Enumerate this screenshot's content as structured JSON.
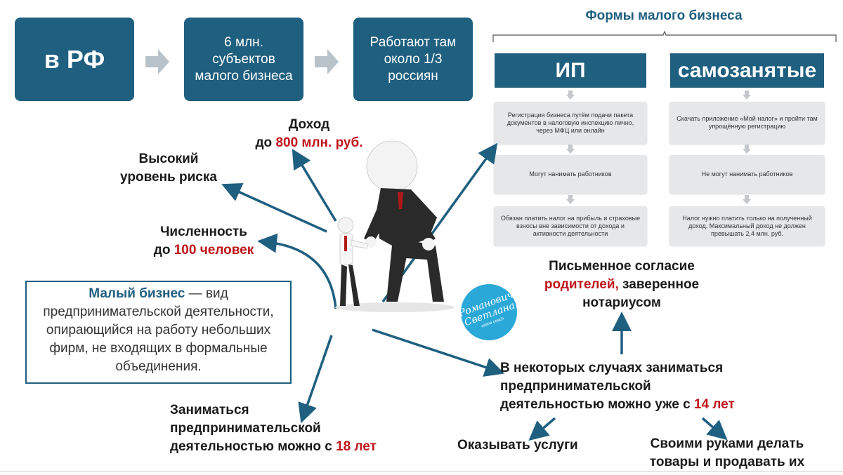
{
  "top": {
    "box1": "в РФ",
    "box2": "6 млн. субъектов малого бизнеса",
    "box3": "Работают там около 1/3 россиян"
  },
  "forms": {
    "title": "Формы малого бизнеса",
    "ip": {
      "title": "ИП",
      "items": [
        "Регистрация бизнеса путём подачи пакета документов в налоговую инспекцию лично, через МФЦ или онлайн",
        "Могут нанимать работников",
        "Обязан платить налог на прибыль и страховые взносы вне зависимости от дохода и активности деятельности"
      ]
    },
    "self": {
      "title": "самозанятые",
      "items": [
        "Скачать приложение «Мой налог» и пройти там упрощённую регистрацию",
        "Не могут нанимать работников",
        "Налог нужно платить только на полученный доход. Максимальный доход не должен превышать 2,4 млн. руб."
      ]
    }
  },
  "labels": {
    "income_1": "Доход",
    "income_2a": "до ",
    "income_2b": "800 млн. руб.",
    "risk": "Высокий уровень риска",
    "staff_1": "Численность",
    "staff_2a": "до ",
    "staff_2b": "100 человек",
    "consent_1": "Письменное согласие",
    "consent_2a": "родителей,",
    "consent_2b": " заверенное",
    "consent_3": "нотариусом",
    "age18_1": "Заниматься",
    "age18_2": "предпринимательской",
    "age18_3a": "деятельностью можно с ",
    "age18_3b": "18 лет",
    "age14_1": "В некоторых случаях заниматься",
    "age14_2": "предпринимательской",
    "age14_3a": "деятельностью можно уже с ",
    "age14_3b": "14 лет",
    "services": "Оказывать услуги",
    "goods_1": "Своими руками делать",
    "goods_2": "товары и продавать их"
  },
  "definition": {
    "term": "Малый бизнес",
    "rest": " — вид предпринимательской деятельности, опирающийся на работу небольших фирм, не входящих в формальные объединения."
  },
  "badge": {
    "line1": "Романович",
    "line2": "Светлана",
    "line3": "online coach"
  },
  "colors": {
    "primary": "#1f5f80",
    "accent": "#c0141b",
    "cell_bg": "#e6e7e9",
    "badge": "#2aa8d8"
  }
}
